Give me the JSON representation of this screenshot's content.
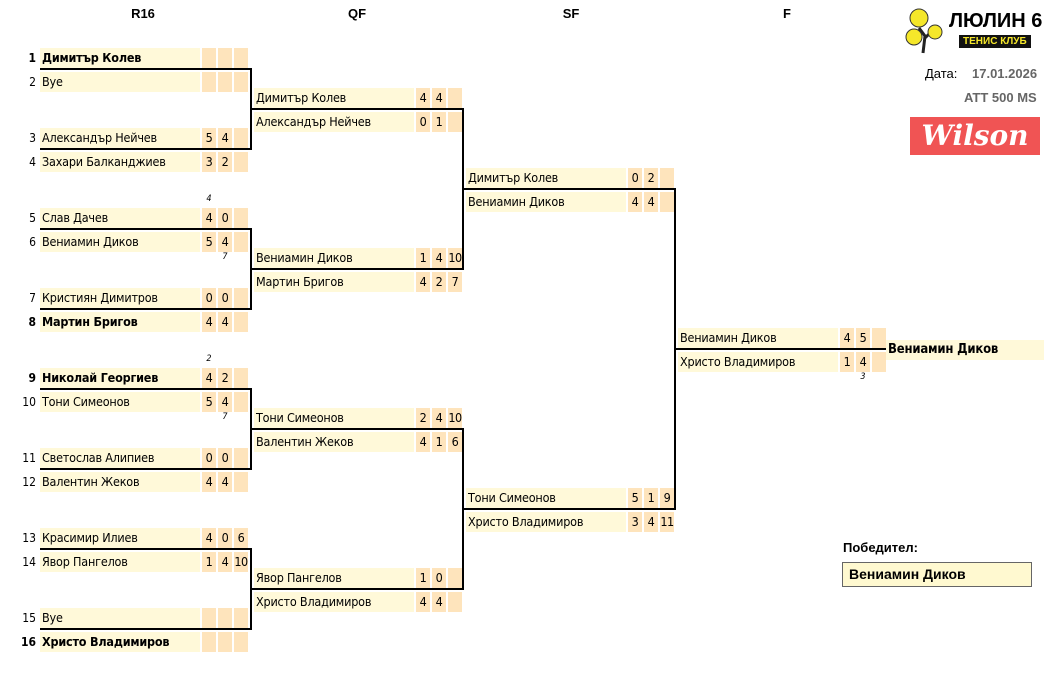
{
  "rounds": [
    "R16",
    "QF",
    "SF",
    "F"
  ],
  "r16": [
    {
      "seed": "1",
      "name": "Димитър Колев",
      "scores": [
        "",
        "",
        ""
      ],
      "bold": true
    },
    {
      "seed": "2",
      "name": "Bye",
      "scores": [
        "",
        "",
        ""
      ]
    },
    {
      "seed": "3",
      "name": "Александър Нейчев",
      "scores": [
        "5",
        "4",
        ""
      ]
    },
    {
      "seed": "4",
      "name": "Захари Балканджиев",
      "scores": [
        "3",
        "2",
        ""
      ]
    },
    {
      "seed": "5",
      "name": "Слав Дачев",
      "scores": [
        "4",
        "0",
        ""
      ],
      "tb_above": "4"
    },
    {
      "seed": "6",
      "name": "Вениамин Диков",
      "scores": [
        "5",
        "4",
        ""
      ],
      "tb_below": "7"
    },
    {
      "seed": "7",
      "name": "Кристиян Димитров",
      "scores": [
        "0",
        "0",
        ""
      ]
    },
    {
      "seed": "8",
      "name": "Мартин Бригов",
      "scores": [
        "4",
        "4",
        ""
      ],
      "bold": true
    },
    {
      "seed": "9",
      "name": "Николай Георгиев",
      "scores": [
        "4",
        "2",
        ""
      ],
      "bold": true,
      "tb_above": "2"
    },
    {
      "seed": "10",
      "name": "Тони Симеонов",
      "scores": [
        "5",
        "4",
        ""
      ],
      "tb_below": "7"
    },
    {
      "seed": "11",
      "name": "Светослав Алипиев",
      "scores": [
        "0",
        "0",
        ""
      ]
    },
    {
      "seed": "12",
      "name": "Валентин Жеков",
      "scores": [
        "4",
        "4",
        ""
      ]
    },
    {
      "seed": "13",
      "name": "Красимир Илиев",
      "scores": [
        "4",
        "0",
        "6"
      ]
    },
    {
      "seed": "14",
      "name": "Явор Пангелов",
      "scores": [
        "1",
        "4",
        "10"
      ]
    },
    {
      "seed": "15",
      "name": "Bye",
      "scores": [
        "",
        "",
        ""
      ]
    },
    {
      "seed": "16",
      "name": "Христо Владимиров",
      "scores": [
        "",
        "",
        ""
      ],
      "bold": true
    }
  ],
  "qf": [
    {
      "name": "Димитър Колев",
      "scores": [
        "4",
        "4",
        ""
      ]
    },
    {
      "name": "Александър Нейчев",
      "scores": [
        "0",
        "1",
        ""
      ]
    },
    {
      "name": "Вениамин Диков",
      "scores": [
        "1",
        "4",
        "10"
      ]
    },
    {
      "name": "Мартин Бригов",
      "scores": [
        "4",
        "2",
        "7"
      ]
    },
    {
      "name": "Тони Симеонов",
      "scores": [
        "2",
        "4",
        "10"
      ]
    },
    {
      "name": "Валентин Жеков",
      "scores": [
        "4",
        "1",
        "6"
      ]
    },
    {
      "name": "Явор Пангелов",
      "scores": [
        "1",
        "0",
        ""
      ]
    },
    {
      "name": "Христо Владимиров",
      "scores": [
        "4",
        "4",
        ""
      ]
    }
  ],
  "sf": [
    {
      "name": "Димитър Колев",
      "scores": [
        "0",
        "2",
        ""
      ]
    },
    {
      "name": "Вениамин Диков",
      "scores": [
        "4",
        "4",
        ""
      ]
    },
    {
      "name": "Тони Симеонов",
      "scores": [
        "5",
        "1",
        "9"
      ]
    },
    {
      "name": "Христо Владимиров",
      "scores": [
        "3",
        "4",
        "11"
      ]
    }
  ],
  "f": [
    {
      "name": "Вениамин Диков",
      "scores": [
        "4",
        "5",
        ""
      ]
    },
    {
      "name": "Христо Владимиров",
      "scores": [
        "1",
        "4",
        ""
      ],
      "tb_below": "3"
    }
  ],
  "champion": "Вениамин Диков",
  "winner_label": "Победител:",
  "winner_name": "Вениамин Диков",
  "date_label": "Дата:",
  "date": "17.01.2026",
  "event": "ATT 500 MS",
  "club": {
    "name": "ЛЮЛИН 6",
    "sub": "ТЕНИС КЛУБ"
  },
  "sponsor": "Wilson"
}
